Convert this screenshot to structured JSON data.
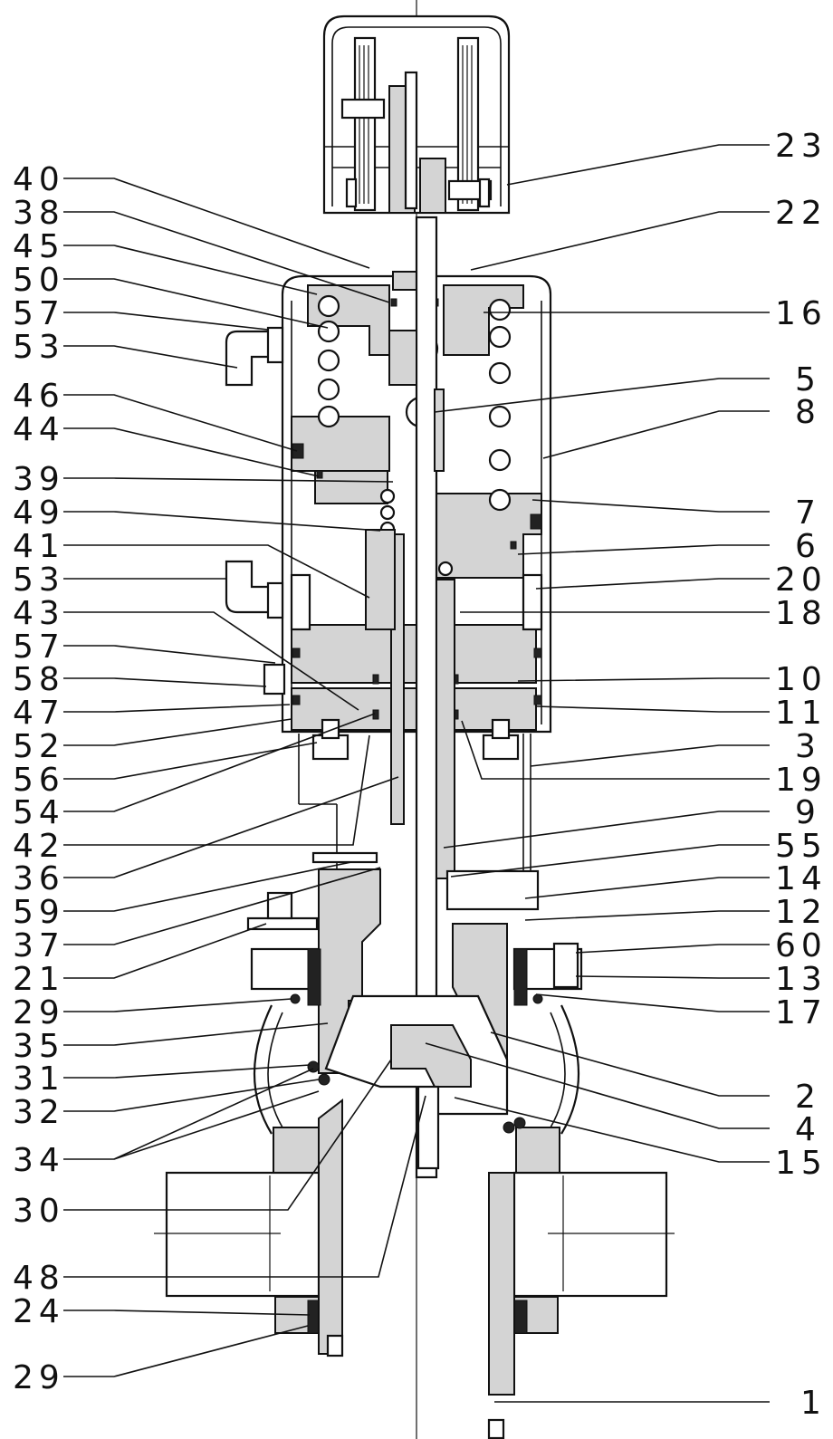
{
  "callouts_left": [
    "40",
    "38",
    "45",
    "50",
    "57",
    "53",
    "46",
    "44",
    "39",
    "49",
    "41",
    "53",
    "43",
    "57",
    "58",
    "47",
    "52",
    "56",
    "54",
    "42",
    "36",
    "59",
    "37",
    "21",
    "29",
    "35",
    "31",
    "32",
    "34",
    "30",
    "48",
    "24",
    "29"
  ],
  "callouts_right": [
    "23",
    "22",
    "16",
    "5",
    "8",
    "7",
    "6",
    "20",
    "18",
    "10",
    "11",
    "3",
    "19",
    "9",
    "55",
    "14",
    "12",
    "60",
    "13",
    "17",
    "2",
    "4",
    "15",
    "1"
  ],
  "colors": {
    "line": "#111111",
    "section_fill": "#d4d4d4",
    "background": "#ffffff"
  }
}
